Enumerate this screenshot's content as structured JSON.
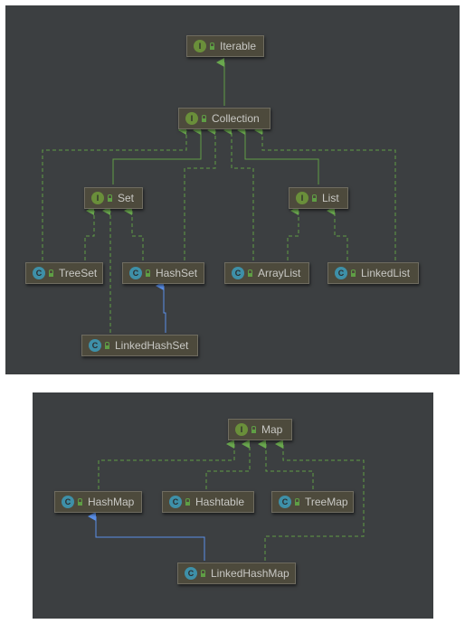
{
  "collection_diagram": {
    "nodes": {
      "iterable": {
        "label": "Iterable",
        "kind": "I"
      },
      "collection": {
        "label": "Collection",
        "kind": "I"
      },
      "set": {
        "label": "Set",
        "kind": "I"
      },
      "list": {
        "label": "List",
        "kind": "I"
      },
      "treeset": {
        "label": "TreeSet",
        "kind": "C"
      },
      "hashset": {
        "label": "HashSet",
        "kind": "C"
      },
      "arraylist": {
        "label": "ArrayList",
        "kind": "C"
      },
      "linkedlist": {
        "label": "LinkedList",
        "kind": "C"
      },
      "linkedhashset": {
        "label": "LinkedHashSet",
        "kind": "C"
      }
    }
  },
  "map_diagram": {
    "nodes": {
      "map": {
        "label": "Map",
        "kind": "I"
      },
      "hashmap": {
        "label": "HashMap",
        "kind": "C"
      },
      "hashtable": {
        "label": "Hashtable",
        "kind": "C"
      },
      "treemap": {
        "label": "TreeMap",
        "kind": "C"
      },
      "linkedhashmap": {
        "label": "LinkedHashMap",
        "kind": "C"
      }
    }
  },
  "colors": {
    "background": "#3c3f41",
    "node_fill": "#4d4a3c",
    "interface_edge": "#5f9e45",
    "extends_edge": "#5a8fe8",
    "interface_badge": "#6a8f3a",
    "class_badge": "#3e90a8"
  },
  "icons": {
    "interface_badge": "interface-badge-icon",
    "class_badge": "class-badge-icon",
    "visibility": "lock-icon"
  }
}
